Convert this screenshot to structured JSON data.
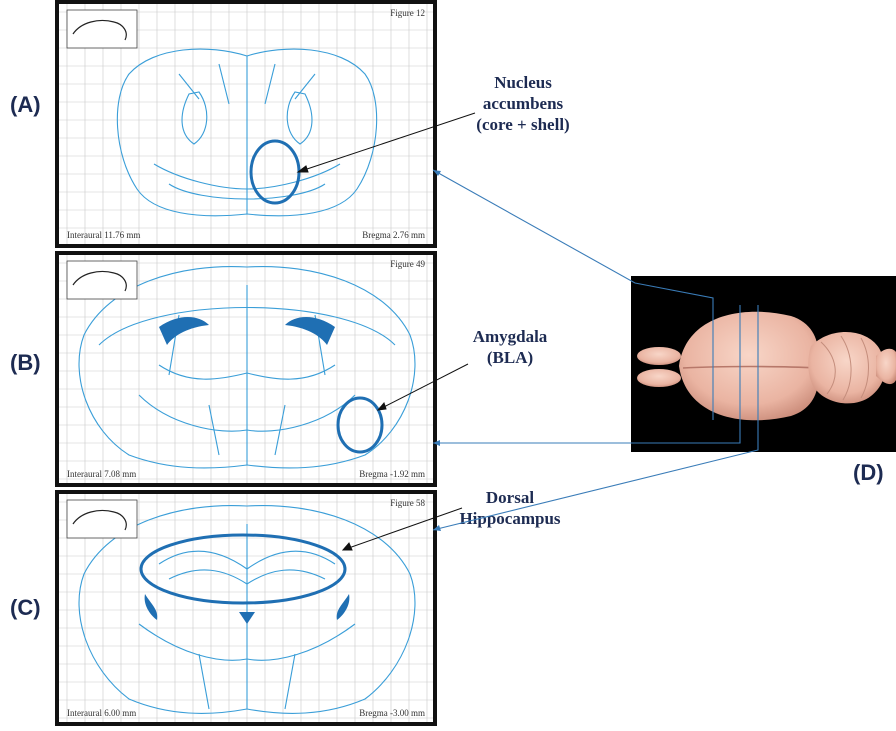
{
  "panels": {
    "a": {
      "label": "(A)",
      "figure": "Figure 12",
      "interaural": "Interaural 11.76 mm",
      "bregma": "Bregma 2.76 mm",
      "callout": [
        "Nucleus",
        "accumbens",
        "(core + shell)"
      ]
    },
    "b": {
      "label": "(B)",
      "figure": "Figure 49",
      "interaural": "Interaural 7.08 mm",
      "bregma": "Bregma -1.92 mm",
      "callout": [
        "Amygdala",
        "(BLA)"
      ]
    },
    "c": {
      "label": "(C)",
      "figure": "Figure 58",
      "interaural": "Interaural 6.00 mm",
      "bregma": "Bregma -3.00 mm",
      "callout": [
        "Dorsal",
        "Hippocampus"
      ]
    },
    "d": {
      "label": "(D)"
    }
  },
  "colors": {
    "atlas_line": "#3a9ed8",
    "highlight": "#1f6fb3",
    "label_text": "#1d2b52",
    "brain_tissue": "#f2c3b4"
  }
}
